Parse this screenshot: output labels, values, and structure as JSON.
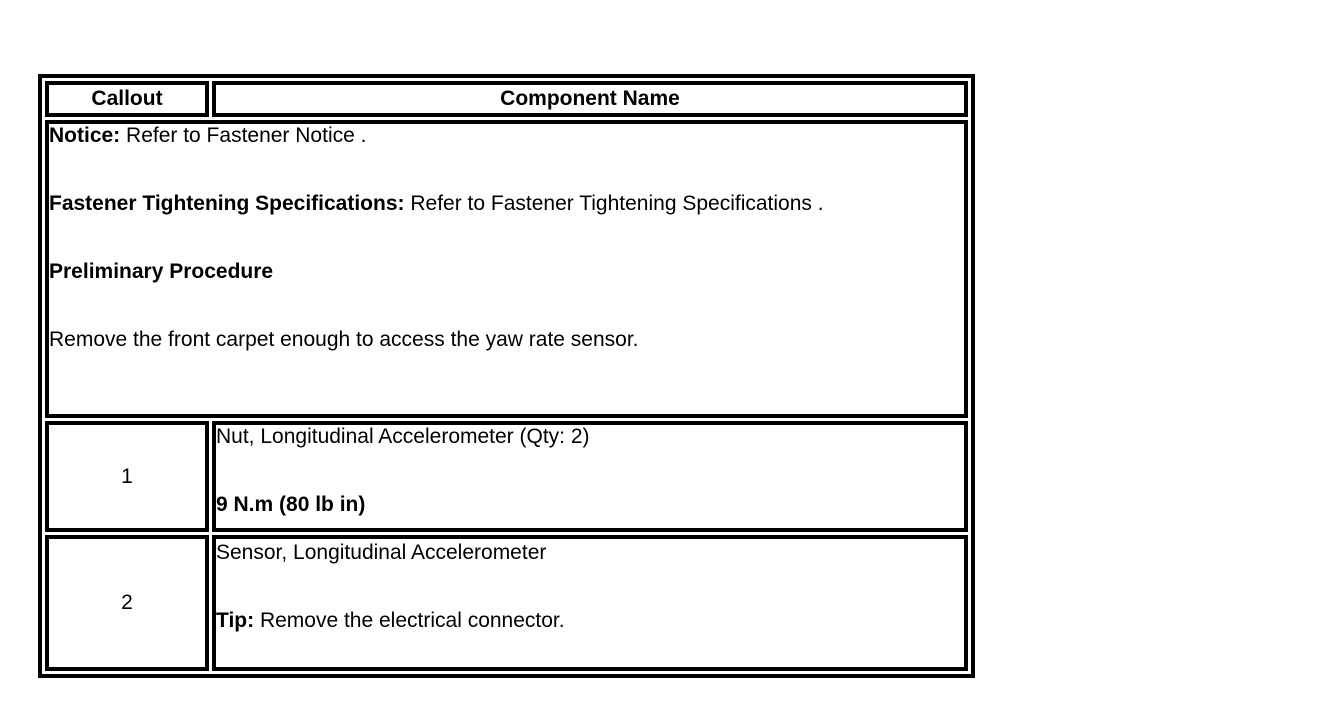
{
  "colors": {
    "page_background": "#ffffff",
    "table_border": "#000000",
    "text": "#000000"
  },
  "table": {
    "headers": {
      "callout": "Callout",
      "component": "Component Name"
    },
    "notice": {
      "paragraphs": [
        {
          "bold": "Notice:",
          "text": " Refer to Fastener Notice ."
        },
        {
          "bold": "Fastener Tightening Specifications:",
          "text": " Refer to Fastener Tightening Specifications ."
        },
        {
          "bold": "Preliminary Procedure",
          "text": ""
        },
        {
          "bold": "",
          "text": "Remove the front carpet enough to access the yaw rate sensor."
        }
      ]
    },
    "rows": [
      {
        "callout": "1",
        "line1": {
          "bold": "",
          "text": "Nut, Longitudinal Accelerometer (Qty: 2)"
        },
        "line2": {
          "bold": "9 N.m (80 lb in)",
          "text": ""
        }
      },
      {
        "callout": "2",
        "line1": {
          "bold": "",
          "text": "Sensor, Longitudinal Accelerometer"
        },
        "line2": {
          "bold": "Tip:",
          "text": " Remove the electrical connector."
        }
      }
    ]
  }
}
